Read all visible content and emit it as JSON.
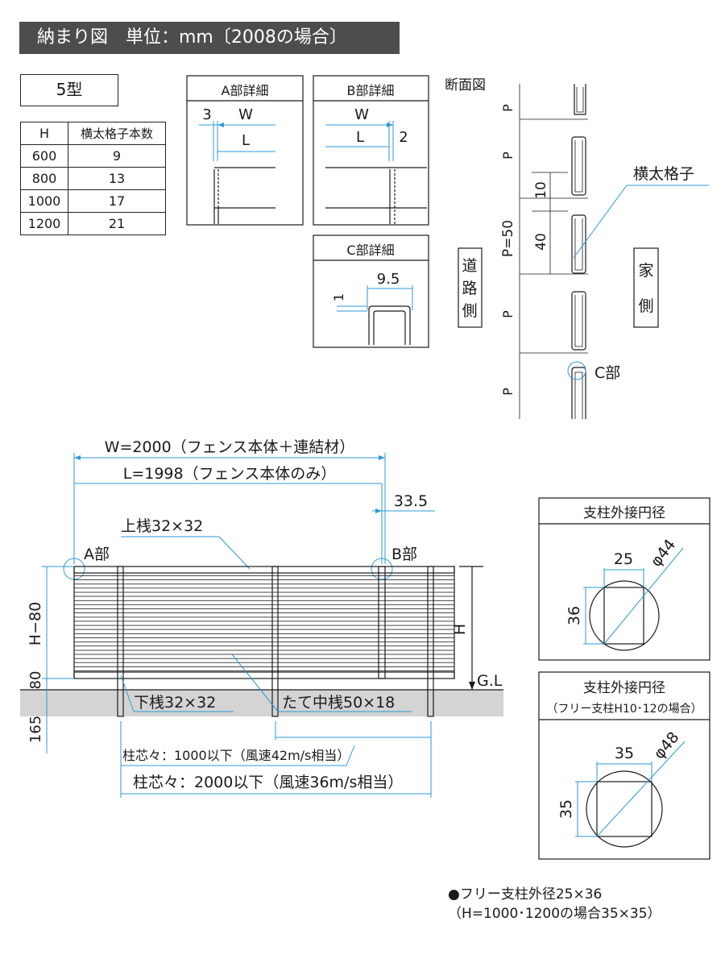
{
  "header": {
    "title": "納まり図　単位：mm〔2008の場合〕"
  },
  "model": {
    "label": "5型"
  },
  "count_table": {
    "headers": [
      "H",
      "横太格子本数"
    ],
    "rows": [
      [
        "600",
        "9"
      ],
      [
        "800",
        "13"
      ],
      [
        "1000",
        "17"
      ],
      [
        "1200",
        "21"
      ]
    ]
  },
  "detail_a": {
    "title": "A部詳細",
    "dim_gap": "3",
    "dim_w": "W",
    "dim_l": "L"
  },
  "detail_b": {
    "title": "B部詳細",
    "dim_w": "W",
    "dim_l": "L",
    "dim_gap": "2"
  },
  "detail_c": {
    "title": "C部詳細",
    "dim_width": "9.5",
    "dim_gap": "1"
  },
  "section": {
    "title": "断面図",
    "pitch": "P",
    "pitch_total": "P=50",
    "dim_10": "10",
    "dim_40": "40",
    "lattice_label": "横太格子",
    "road_side": [
      "道",
      "路",
      "側"
    ],
    "house_side": [
      "家",
      "側"
    ],
    "c_part": "C部"
  },
  "elevation": {
    "w_label": "W=2000（フェンス本体＋連結材）",
    "l_label": "L=1998（フェンス本体のみ）",
    "dim_335": "33.5",
    "top_rail": "上桟32×32",
    "a_part": "A部",
    "b_part": "B部",
    "h_minus": "H−80",
    "h": "H",
    "dim_80": "80",
    "dim_165": "165",
    "gl": "G.L",
    "bottom_rail": "下桟32×32",
    "mid_post": "たて中桟50×18",
    "pitch_1000": "柱芯々：1000以下（風速42m/s相当）",
    "pitch_2000": "柱芯々：2000以下（風速36m/s相当）"
  },
  "post_circle_1": {
    "title": "支柱外接円径",
    "dim_w": "25",
    "dim_h": "36",
    "dia": "φ44"
  },
  "post_circle_2": {
    "title": "支柱外接円径",
    "subtitle": "（フリー支柱H10･12の場合）",
    "dim_w": "35",
    "dim_h": "35",
    "dia": "φ48"
  },
  "note": {
    "line1": "●フリー支柱外径25×36",
    "line2": "（H=1000･1200の場合35×35）"
  },
  "colors": {
    "dimension": "#2b9ad6",
    "ground": "#d4d4d4",
    "title_bg": "#4d4d4d"
  }
}
